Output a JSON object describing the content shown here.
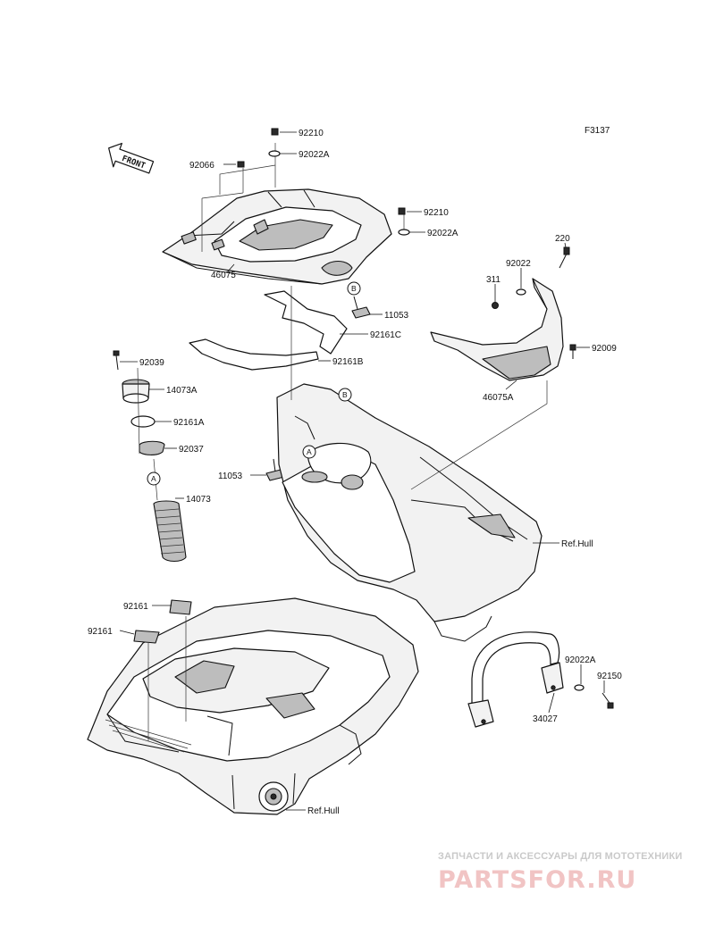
{
  "figure_id": "F3137",
  "front_indicator": "FRONT",
  "callouts": {
    "a": "A",
    "b": "B"
  },
  "labels": {
    "p92210_top": "92210",
    "p92022a_top": "92022A",
    "p92066": "92066",
    "p92210_right": "92210",
    "p92022a_right": "92022A",
    "p46075": "46075",
    "p11053_top": "11053",
    "p92161c": "92161C",
    "p92161b": "92161B",
    "p220": "220",
    "p92022": "92022",
    "p311": "311",
    "p92009": "92009",
    "p46075a": "46075A",
    "p92039": "92039",
    "p14073a": "14073A",
    "p92161a": "92161A",
    "p92037": "92037",
    "p11053_left": "11053",
    "p14073": "14073",
    "ref_hull_right": "Ref.Hull",
    "p92161_top": "92161",
    "p92161_left": "92161",
    "p92022a_bottom": "92022A",
    "p92150": "92150",
    "p34027": "34027",
    "ref_hull_bottom": "Ref.Hull"
  },
  "watermark": {
    "tagline": "ЗАПЧАСТИ И АКСЕССУАРЫ ДЛЯ МОТОТЕХНИКИ",
    "logo": "PARTSFOR.RU"
  }
}
